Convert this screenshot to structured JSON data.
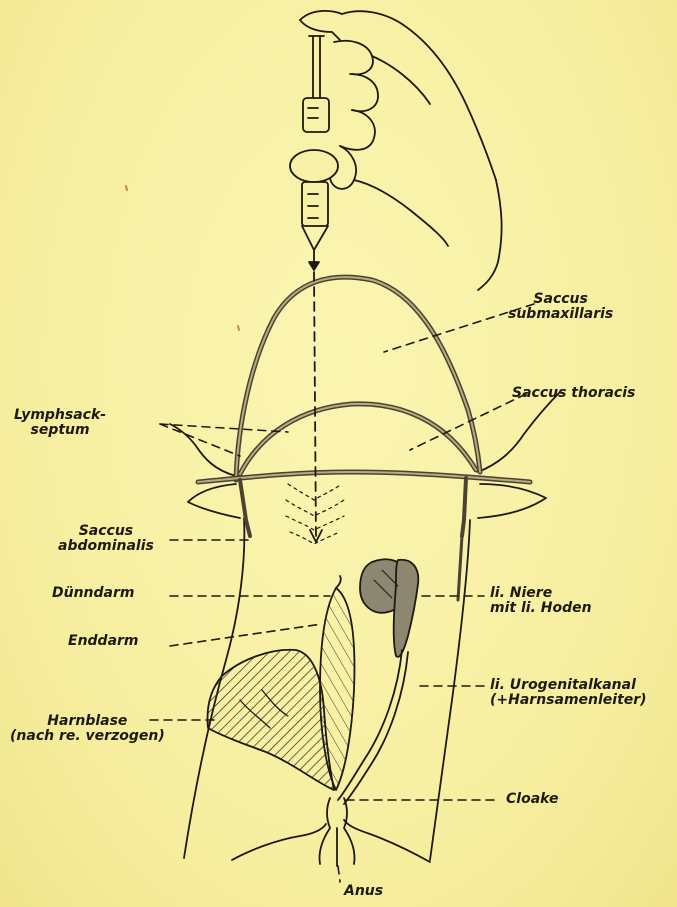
{
  "labels": {
    "saccus_submaxillaris": {
      "line1": "Saccus",
      "line2": "submaxillaris"
    },
    "saccus_thoracis": "Saccus thoracis",
    "lymphsack_septum": {
      "line1": "Lymphsack-",
      "line2": "septum"
    },
    "saccus_abdominalis": {
      "line1": "Saccus",
      "line2": "abdominalis"
    },
    "duenndarm": "Dünndarm",
    "enddarm": "Enddarm",
    "niere": {
      "line1": "li. Niere",
      "line2": "mit li. Hoden"
    },
    "harnblase": {
      "line1": "Harnblase",
      "line2": "(nach re. verzogen)"
    },
    "urogenitalkanal": {
      "line1": "li. Urogenitalkanal",
      "line2": "(+Harnsamenleiter)"
    },
    "cloake": "Cloake",
    "anus": "Anus"
  },
  "colors": {
    "paper": "#f7f0a6",
    "ink": "#1d1a12",
    "organ_fill": "#8d8671"
  }
}
